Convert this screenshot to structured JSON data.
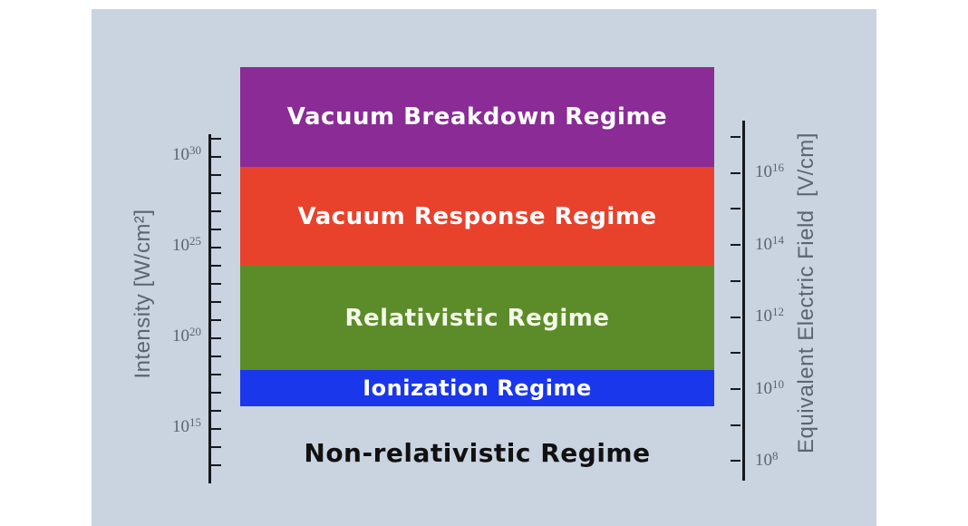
{
  "page": {
    "background": "#ffffff"
  },
  "panel": {
    "background": "#cad3e0"
  },
  "axes": {
    "text_color": "#5b6472",
    "line_color": "#16191d",
    "left": {
      "title": "Intensity [W/cm²]",
      "tick_base": "10",
      "tick_exponents": [
        "30",
        "25",
        "20",
        "15"
      ]
    },
    "right": {
      "title": "Equivalent Electric Field  [V/cm]",
      "tick_base": "10",
      "tick_exponents": [
        "16",
        "14",
        "12",
        "10",
        "8"
      ]
    }
  },
  "bands": [
    {
      "id": "vacuum-breakdown",
      "label": "Vacuum Breakdown Regime",
      "color": "#8a2b96",
      "text_color": "#ffffff"
    },
    {
      "id": "vacuum-response",
      "label": "Vacuum Response Regime",
      "color": "#e8422c",
      "text_color": "#ffffff"
    },
    {
      "id": "relativistic",
      "label": "Relativistic Regime",
      "color": "#5c8c29",
      "text_color": "#f3f8e9"
    },
    {
      "id": "ionization",
      "label": "Ionization Regime",
      "color": "#1a37ec",
      "text_color": "#ffffff"
    }
  ],
  "baseline": {
    "label": "Non-relativistic Regime",
    "text_color": "#111111"
  },
  "chart_data": {
    "type": "area",
    "title": "",
    "description": "Laser intensity regimes band diagram with two logarithmic vertical axes",
    "y_left": {
      "label": "Intensity [W/cm²]",
      "scale": "log",
      "tick_labels": [
        "10^30",
        "10^25",
        "10^20",
        "10^15"
      ],
      "range_exponents": [
        13,
        31
      ]
    },
    "y_right": {
      "label": "Equivalent Electric Field [V/cm]",
      "scale": "log",
      "tick_labels": [
        "10^16",
        "10^14",
        "10^12",
        "10^10",
        "10^8"
      ],
      "range_exponents": [
        8,
        17
      ]
    },
    "bands": [
      {
        "label": "Vacuum Breakdown Regime",
        "color": "#8a2b96",
        "intensity_W_per_cm2_from": "3e29",
        "intensity_W_per_cm2_to": "1e35"
      },
      {
        "label": "Vacuum Response Regime",
        "color": "#e8422c",
        "intensity_W_per_cm2_from": "1e24",
        "intensity_W_per_cm2_to": "3e29"
      },
      {
        "label": "Relativistic Regime",
        "color": "#5c8c29",
        "intensity_W_per_cm2_from": "2e18",
        "intensity_W_per_cm2_to": "1e24"
      },
      {
        "label": "Ionization Regime",
        "color": "#1a37ec",
        "intensity_W_per_cm2_from": "1.5e16",
        "intensity_W_per_cm2_to": "2e18"
      },
      {
        "label": "Non-relativistic Regime",
        "color": "none",
        "intensity_W_per_cm2_from": "<1e15",
        "intensity_W_per_cm2_to": "1.5e16"
      }
    ],
    "layout": {
      "grid": false,
      "legend": false,
      "bands_span_between_axes": true
    }
  }
}
